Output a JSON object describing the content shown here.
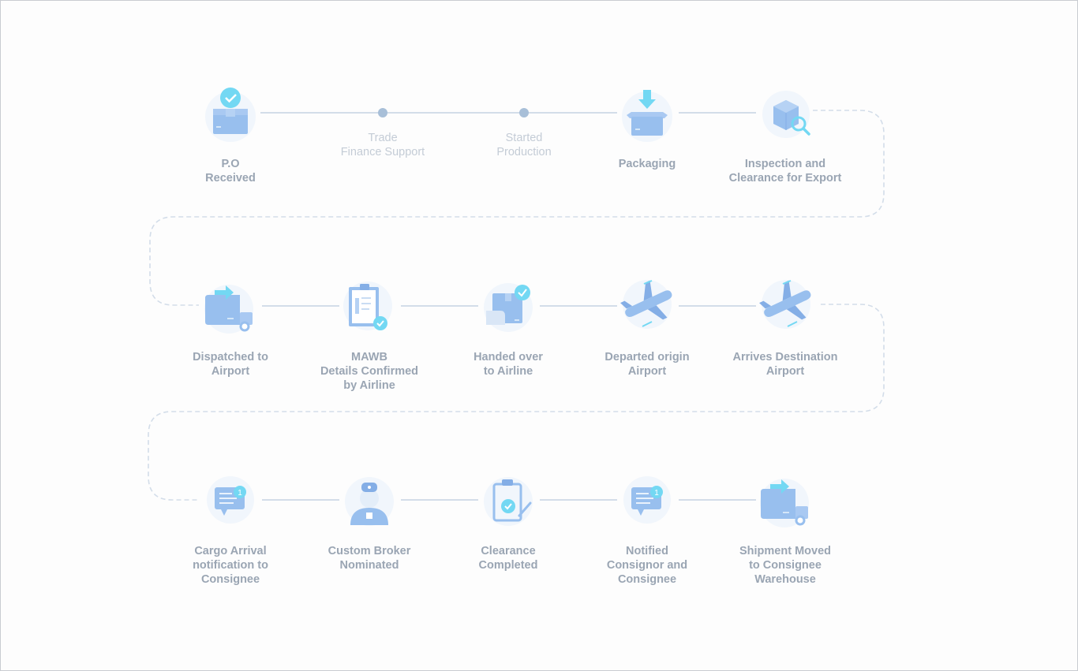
{
  "colors": {
    "connector": "#d3dde9",
    "label": "#9aa5b3",
    "label_muted": "#c4ccd6",
    "icon_blue": "#98bfee",
    "icon_cyan": "#73d8f3",
    "icon_bg": "#f1f6fc"
  },
  "stages": [
    {
      "id": "po-received",
      "label": "P.O\nReceived",
      "icon": "box-check-icon"
    },
    {
      "id": "trade-finance",
      "label": "Trade\nFinance Support",
      "icon": "dot",
      "muted": true
    },
    {
      "id": "started-production",
      "label": "Started\nProduction",
      "icon": "dot",
      "muted": true
    },
    {
      "id": "packaging",
      "label": "Packaging",
      "icon": "box-arrow-down-icon"
    },
    {
      "id": "inspection",
      "label": "Inspection and\nClearance for Export",
      "icon": "box-magnifier-icon"
    },
    {
      "id": "dispatched",
      "label": "Dispatched to\nAirport",
      "icon": "delivery-truck-icon"
    },
    {
      "id": "mawb",
      "label": "MAWB\nDetails Confirmed\nby Airline",
      "icon": "clipboard-check-icon"
    },
    {
      "id": "handed-over",
      "label": "Handed over\nto Airline",
      "icon": "box-hand-check-icon"
    },
    {
      "id": "departed",
      "label": "Departed origin\nAirport",
      "icon": "airplane-icon"
    },
    {
      "id": "arrives",
      "label": "Arrives Destination\nAirport",
      "icon": "airplane-icon"
    },
    {
      "id": "cargo-arrival",
      "label": "Cargo Arrival\nnotification to\nConsignee",
      "icon": "message-notification-icon"
    },
    {
      "id": "custom-broker",
      "label": "Custom Broker\nNominated",
      "icon": "broker-person-icon"
    },
    {
      "id": "clearance",
      "label": "Clearance\nCompleted",
      "icon": "clipboard-pen-icon"
    },
    {
      "id": "notified",
      "label": "Notified\nConsignor and\nConsignee",
      "icon": "message-notification-icon"
    },
    {
      "id": "shipment-moved",
      "label": "Shipment Moved\nto Consignee\nWarehouse",
      "icon": "delivery-truck-icon"
    }
  ],
  "badges": {
    "notification_count": "1"
  }
}
